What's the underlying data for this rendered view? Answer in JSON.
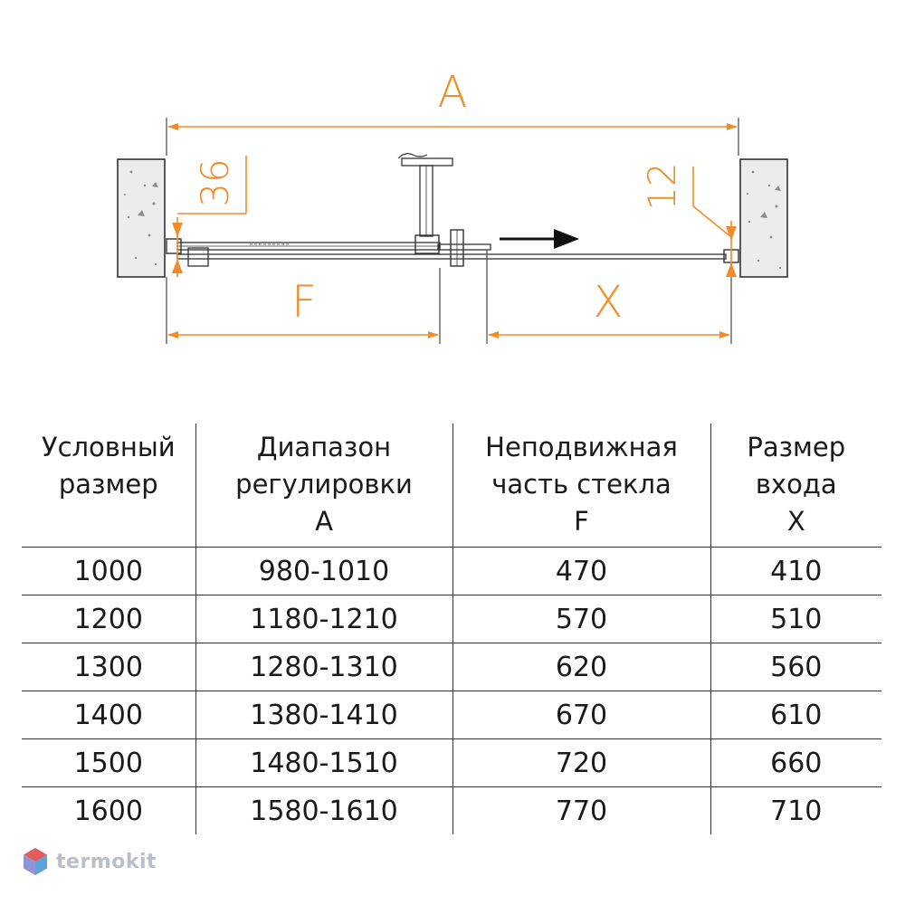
{
  "diagram": {
    "dim_total": "A",
    "dim_fixed": "F",
    "dim_entry": "X",
    "gap_left": "36",
    "gap_right": "12"
  },
  "table": {
    "headers": [
      [
        "Условный",
        "размер"
      ],
      [
        "Диапазон",
        "регулировки",
        "A"
      ],
      [
        "Неподвижная",
        "часть стекла",
        "F"
      ],
      [
        "Размер",
        "входа",
        "X"
      ]
    ],
    "rows": [
      [
        "1000",
        "980-1010",
        "470",
        "410"
      ],
      [
        "1200",
        "1180-1210",
        "570",
        "510"
      ],
      [
        "1300",
        "1280-1310",
        "620",
        "560"
      ],
      [
        "1400",
        "1380-1410",
        "670",
        "610"
      ],
      [
        "1500",
        "1480-1510",
        "720",
        "660"
      ],
      [
        "1600",
        "1580-1610",
        "770",
        "710"
      ]
    ]
  },
  "brand": {
    "name": "termokit",
    "colors": {
      "top": "#e45b5b",
      "left": "#8d94d8",
      "right": "#5aa3d8"
    }
  },
  "colors": {
    "dimension": "#f28c28",
    "lines": "#333333"
  }
}
